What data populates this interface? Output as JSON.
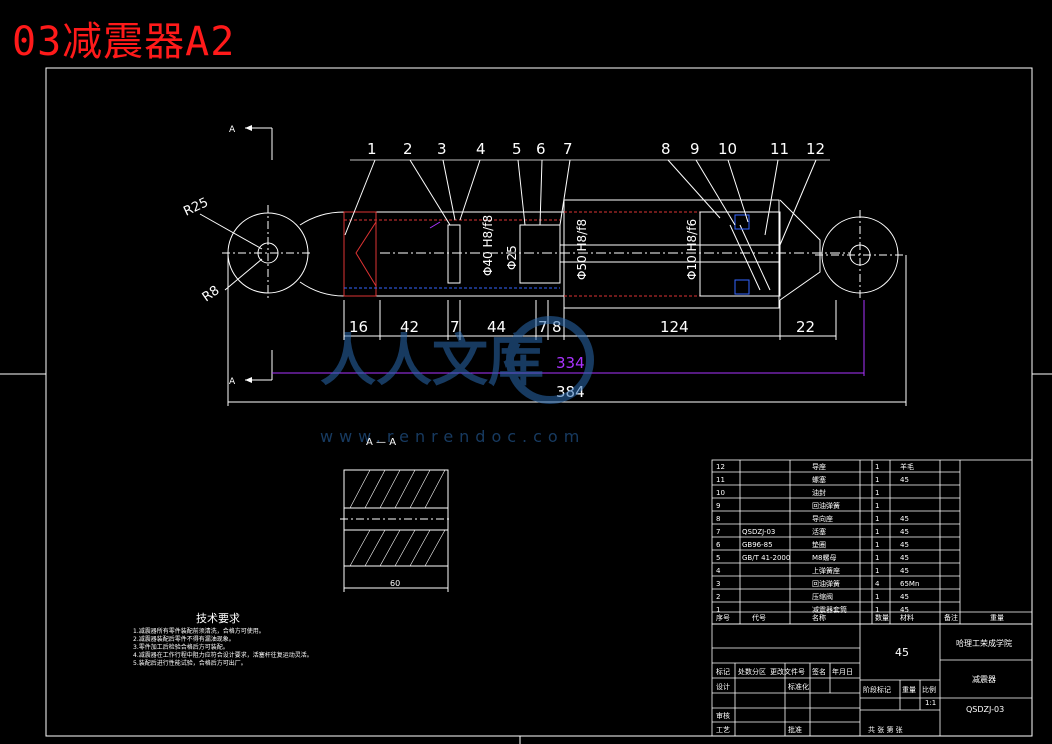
{
  "title": "03减震器A2",
  "section_label_a": "A",
  "section_view_title": "A — A",
  "section_dim": "60",
  "radius_labels": [
    "R25",
    "R8"
  ],
  "part_balloons": [
    "1",
    "2",
    "3",
    "4",
    "5",
    "6",
    "7",
    "8",
    "9",
    "10",
    "11",
    "12"
  ],
  "diameter_labels": [
    "Φ40 H8/f8",
    "Φ25",
    "Φ50 H8/f8",
    "Φ10 H8/f6"
  ],
  "bottom_dims": [
    "16",
    "42",
    "7",
    "44",
    "7",
    "8",
    "124",
    "22"
  ],
  "overall_dims": [
    "334",
    "384"
  ],
  "watermark": {
    "logo": "人人文库",
    "url": "www.renrendoc.com"
  },
  "tech_title": "技术要求",
  "tech_notes": [
    "1.减震器所有零件装配前须清洗，合格方可使用。",
    "2.减震器装配后零件不得有漏油现象。",
    "3.零件加工后检验合格后方可装配。",
    "4.减震器在工作行程中阻力应符合设计要求，活塞杆往复运动灵活。",
    "5.装配后进行性能试验，合格后方可出厂。"
  ],
  "bom": {
    "rows": [
      {
        "no": "12",
        "code": "",
        "name": "导座",
        "qty": "1",
        "material": "羊毛",
        "note": ""
      },
      {
        "no": "11",
        "code": "",
        "name": "螺塞",
        "qty": "1",
        "material": "45",
        "note": ""
      },
      {
        "no": "10",
        "code": "",
        "name": "油封",
        "qty": "1",
        "material": "",
        "note": ""
      },
      {
        "no": "9",
        "code": "",
        "name": "回油弹簧",
        "qty": "1",
        "material": "",
        "note": ""
      },
      {
        "no": "8",
        "code": "",
        "name": "导向座",
        "qty": "1",
        "material": "45",
        "note": ""
      },
      {
        "no": "7",
        "code": "QSDZJ-03",
        "name": "活塞",
        "qty": "1",
        "material": "45",
        "note": ""
      },
      {
        "no": "6",
        "code": "GB96-85",
        "name": "垫圈",
        "qty": "1",
        "material": "45",
        "note": ""
      },
      {
        "no": "5",
        "code": "GB/T 41-2000",
        "name": "M8螺母",
        "qty": "1",
        "material": "45",
        "note": ""
      },
      {
        "no": "4",
        "code": "",
        "name": "上弹簧座",
        "qty": "1",
        "material": "45",
        "note": ""
      },
      {
        "no": "3",
        "code": "",
        "name": "回油弹簧",
        "qty": "4",
        "material": "65Mn",
        "note": ""
      },
      {
        "no": "2",
        "code": "",
        "name": "压缩阀",
        "qty": "1",
        "material": "45",
        "note": ""
      },
      {
        "no": "1",
        "code": "",
        "name": "减震器套筒",
        "qty": "1",
        "material": "45",
        "note": ""
      }
    ],
    "headers": [
      "序号",
      "代号",
      "名称",
      "数量",
      "材料",
      "备注",
      "重量"
    ]
  },
  "title_block": {
    "material": "45",
    "school": "哈理工荣成学院",
    "drawing_name": "减震器",
    "drawing_no": "QSDZJ-03",
    "scale": "1:1",
    "labels": [
      "标记",
      "处数",
      "分区",
      "更改文件号",
      "签名",
      "年月日",
      "设计",
      "标准化",
      "阶段标记",
      "重量",
      "比例",
      "审核",
      "工艺",
      "批准",
      "共 张 第 张"
    ]
  }
}
